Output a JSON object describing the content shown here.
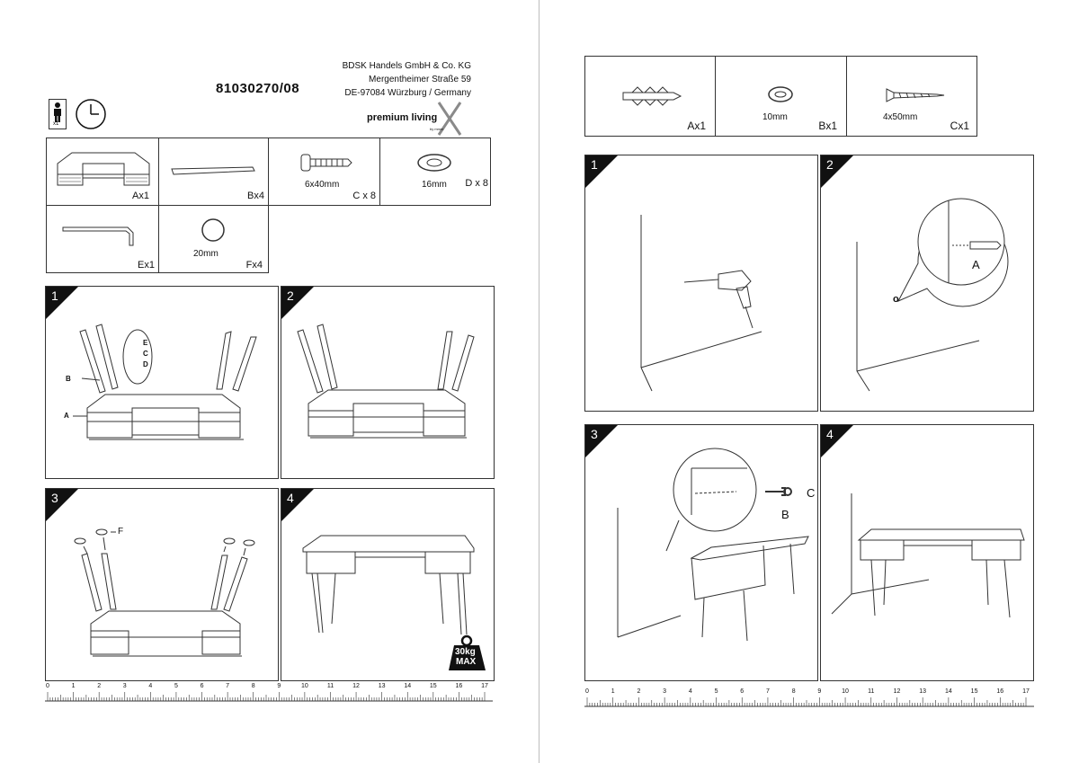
{
  "left_page": {
    "article_number": "81030270/08",
    "company": {
      "name": "BDSK Handels GmbH & Co. KG",
      "street": "Mergentheimer Straße 59",
      "city": "DE-97084 Würzburg / Germany"
    },
    "brand": {
      "name": "premium living",
      "sub": "by mmm"
    },
    "person_count": "x1",
    "parts": [
      {
        "id": "A",
        "qty": "Ax1",
        "size": ""
      },
      {
        "id": "B",
        "qty": "Bx4",
        "size": ""
      },
      {
        "id": "C",
        "qty": "C x 8",
        "size": "6x40mm"
      },
      {
        "id": "D",
        "qty": "D x 8",
        "size": "16mm"
      },
      {
        "id": "E",
        "qty": "Ex1",
        "size": ""
      },
      {
        "id": "F",
        "qty": "Fx4",
        "size": "20mm"
      }
    ],
    "steps": [
      "1",
      "2",
      "3",
      "4"
    ],
    "step1_callouts": {
      "b": "B",
      "a": "A",
      "e": "E",
      "c": "C",
      "d": "D"
    },
    "step3_callout": "F",
    "weight_limit": {
      "value": "30kg",
      "label": "MAX"
    }
  },
  "right_page": {
    "parts": [
      {
        "id": "A",
        "qty": "Ax1",
        "size": ""
      },
      {
        "id": "B",
        "qty": "Bx1",
        "size": "10mm"
      },
      {
        "id": "C",
        "qty": "Cx1",
        "size": "4x50mm"
      }
    ],
    "steps": [
      "1",
      "2",
      "3",
      "4"
    ],
    "step2_callout": "A",
    "step2_marker": "o",
    "step3_callouts": {
      "c": "C",
      "b": "B"
    }
  },
  "ruler_labels": [
    "0",
    "1",
    "2",
    "3",
    "4",
    "5",
    "6",
    "7",
    "8",
    "9",
    "10",
    "11",
    "12",
    "13",
    "14",
    "15",
    "16",
    "17"
  ],
  "colors": {
    "line": "#333333",
    "badge": "#111111",
    "divider": "#bdbdbd"
  }
}
